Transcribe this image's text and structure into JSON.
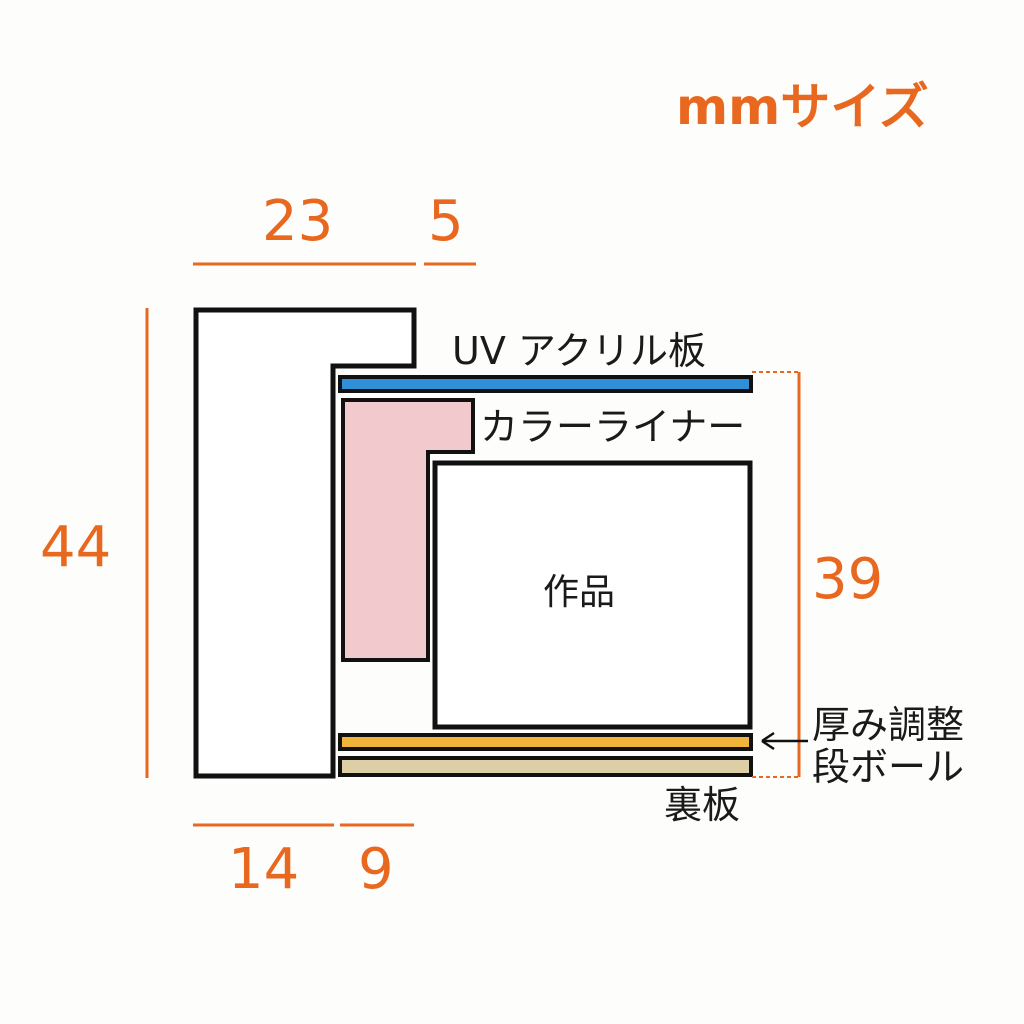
{
  "unit_label": "mmサイズ",
  "dimensions": {
    "top_left": "23",
    "top_right": "5",
    "left_height": "44",
    "right_height": "39",
    "bottom_left": "14",
    "bottom_right": "9"
  },
  "labels": {
    "uv_acrylic": "UV アクリル板",
    "color_liner": "カラーライナー",
    "artwork": "作品",
    "spacer_line1": "厚み調整",
    "spacer_line2": "段ボール",
    "back_board": "裏板"
  },
  "colors": {
    "dimension": "#e8681f",
    "acrylic": "#2f8fd8",
    "liner": "#f2c9cd",
    "spacer": "#f0b43a",
    "back_board": "#dccfa6"
  }
}
